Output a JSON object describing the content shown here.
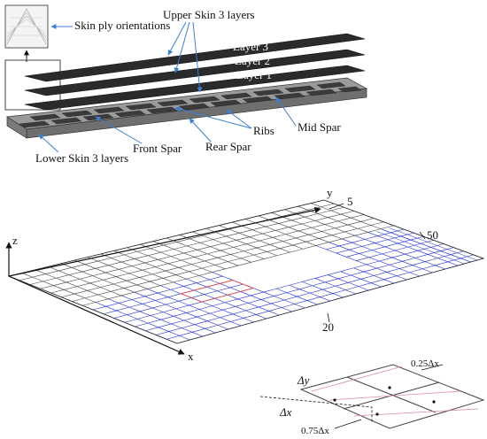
{
  "top": {
    "ply_label": "Skin ply orientations",
    "upper_skin": "Upper Skin 3 layers",
    "layer3": "Layer 3",
    "layer2": "Layer 2",
    "layer1": "Layer 1",
    "ribs": "Ribs",
    "mid_spar": "Mid Spar",
    "front_spar": "Front Spar",
    "rear_spar": "Rear Spar",
    "lower_skin": "Lower Skin 3 layers"
  },
  "mesh": {
    "axis_y": "y",
    "axis_z": "z",
    "axis_x": "x",
    "count_5": "5",
    "count_50": "50",
    "count_20": "20"
  },
  "detail": {
    "dy": "Δy",
    "dx": "Δx",
    "quarter": "0.25Δx",
    "three_quarter": "0.75Δx"
  },
  "colors": {
    "arrow": "#3a7fd5",
    "mesh_blue": "#1f2fd6",
    "mesh_red": "#e04a4a",
    "detail_pink": "#d98ab0",
    "skin_dark": "#2b2b2b",
    "box_grey": "#8c8c8c"
  }
}
